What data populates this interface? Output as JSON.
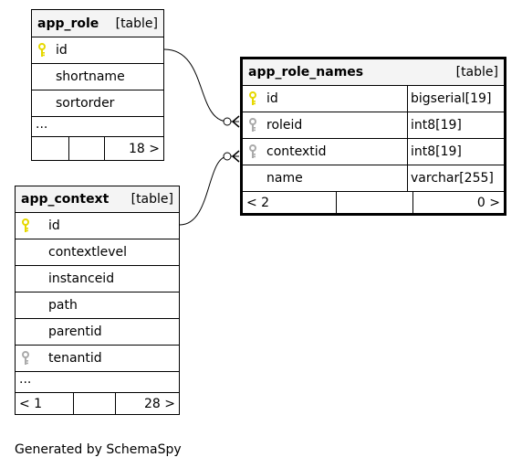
{
  "tables": {
    "app_role": {
      "name": "app_role",
      "kind": "[table]",
      "columns": [
        {
          "name": "id",
          "key": "primary"
        },
        {
          "name": "shortname",
          "key": ""
        },
        {
          "name": "sortorder",
          "key": ""
        }
      ],
      "more": "...",
      "footer": {
        "parents": "",
        "children": "18 >"
      }
    },
    "app_role_names": {
      "name": "app_role_names",
      "kind": "[table]",
      "columns": [
        {
          "name": "id",
          "type": "bigserial[19]",
          "key": "primary"
        },
        {
          "name": "roleid",
          "type": "int8[19]",
          "key": "foreign"
        },
        {
          "name": "contextid",
          "type": "int8[19]",
          "key": "foreign"
        },
        {
          "name": "name",
          "type": "varchar[255]",
          "key": ""
        }
      ],
      "footer": {
        "parents": "< 2",
        "children": "0 >"
      }
    },
    "app_context": {
      "name": "app_context",
      "kind": "[table]",
      "columns": [
        {
          "name": "id",
          "key": "primary"
        },
        {
          "name": "contextlevel",
          "key": ""
        },
        {
          "name": "instanceid",
          "key": ""
        },
        {
          "name": "path",
          "key": ""
        },
        {
          "name": "parentid",
          "key": ""
        },
        {
          "name": "tenantid",
          "key": "foreign"
        }
      ],
      "more": "...",
      "footer": {
        "parents": "< 1",
        "children": "28 >"
      }
    }
  },
  "relationships": [
    {
      "from": "app_role.id",
      "to": "app_role_names.roleid"
    },
    {
      "from": "app_context.id",
      "to": "app_role_names.contextid"
    }
  ],
  "colors": {
    "primary_key": "#e6d800",
    "foreign_key": "#aaaaaa",
    "header_bg": "#f4f4f4"
  },
  "credit": "Generated by SchemaSpy"
}
